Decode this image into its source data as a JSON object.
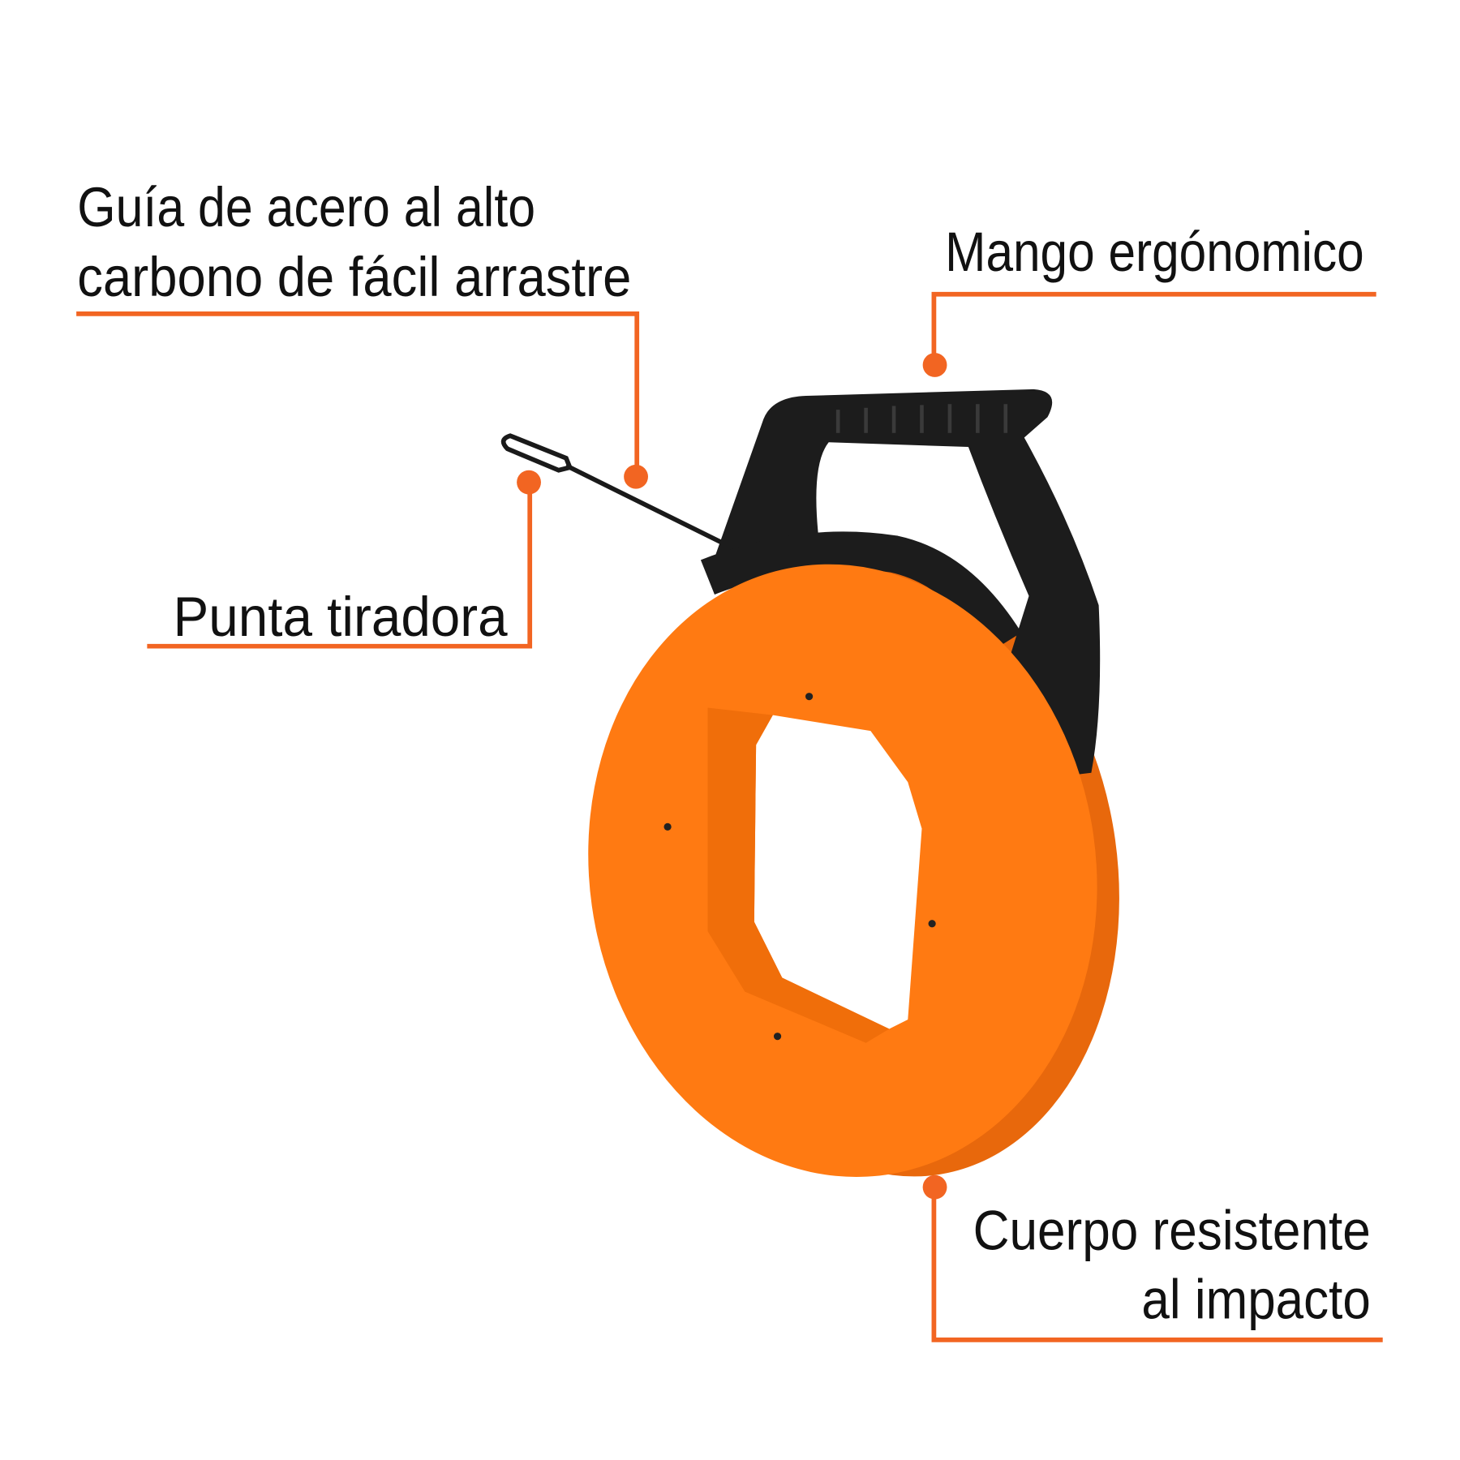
{
  "colors": {
    "accent": "#F26522",
    "product_orange": "#FF7A12",
    "handle": "#1A1A1A",
    "text": "#111111"
  },
  "callouts": {
    "guide": {
      "line1": "Guía de acero al alto",
      "line2": "carbono de fácil arrastre"
    },
    "handle": {
      "line1": "Mango ergónomico"
    },
    "tip": {
      "line1": "Punta tiradora"
    },
    "body": {
      "line1": "Cuerpo resistente",
      "line2": "al impacto"
    }
  }
}
